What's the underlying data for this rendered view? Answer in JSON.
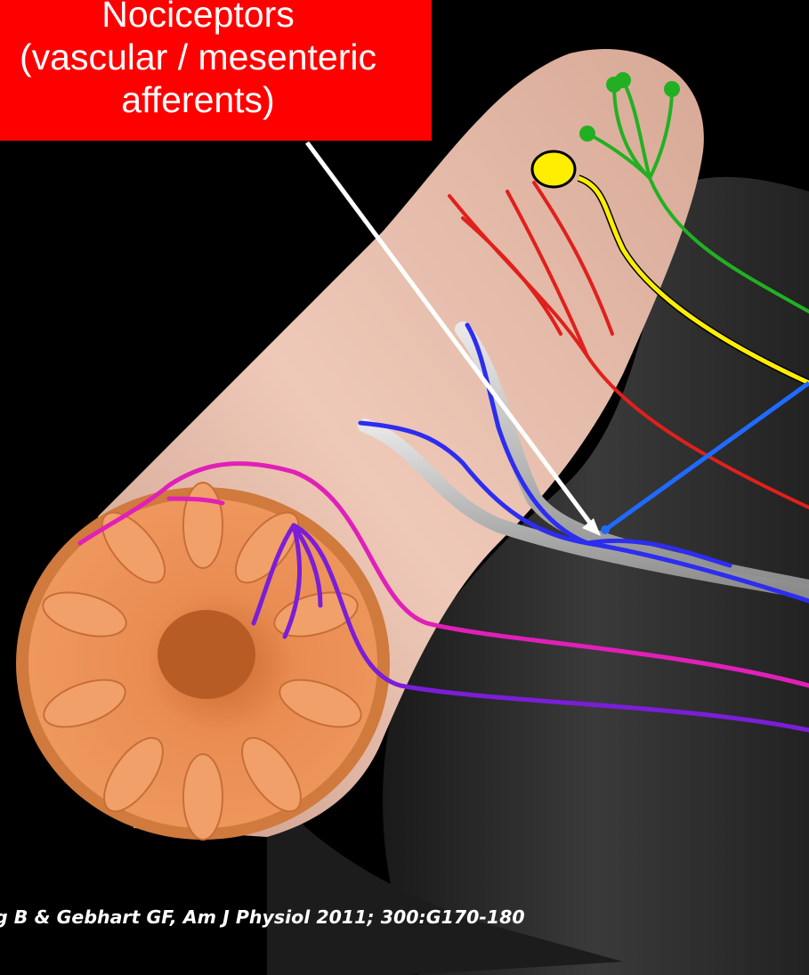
{
  "label": {
    "line1": "Nociceptors",
    "line2": "(vascular / mesenteric",
    "line3": "afferents)",
    "background": "#ff0000"
  },
  "citation": "g B & Gebhart GF, Am J Physiol 2011; 300:G170-180",
  "colors": {
    "background": "#000000",
    "gut_wall": "#e8b9a6",
    "mucosa": "#e8874e",
    "mesentery": "#2a2a2a",
    "vessel": "#bdbdbd",
    "nerve_green": "#22b022",
    "nerve_yellow": "#ffee00",
    "nerve_red": "#e0201c",
    "nerve_blue": "#2d2df0",
    "nerve_magenta": "#e020b8",
    "nerve_purple": "#7a1ed8",
    "pointer_white": "#ffffff",
    "pointer_blue": "#1f6bff"
  }
}
